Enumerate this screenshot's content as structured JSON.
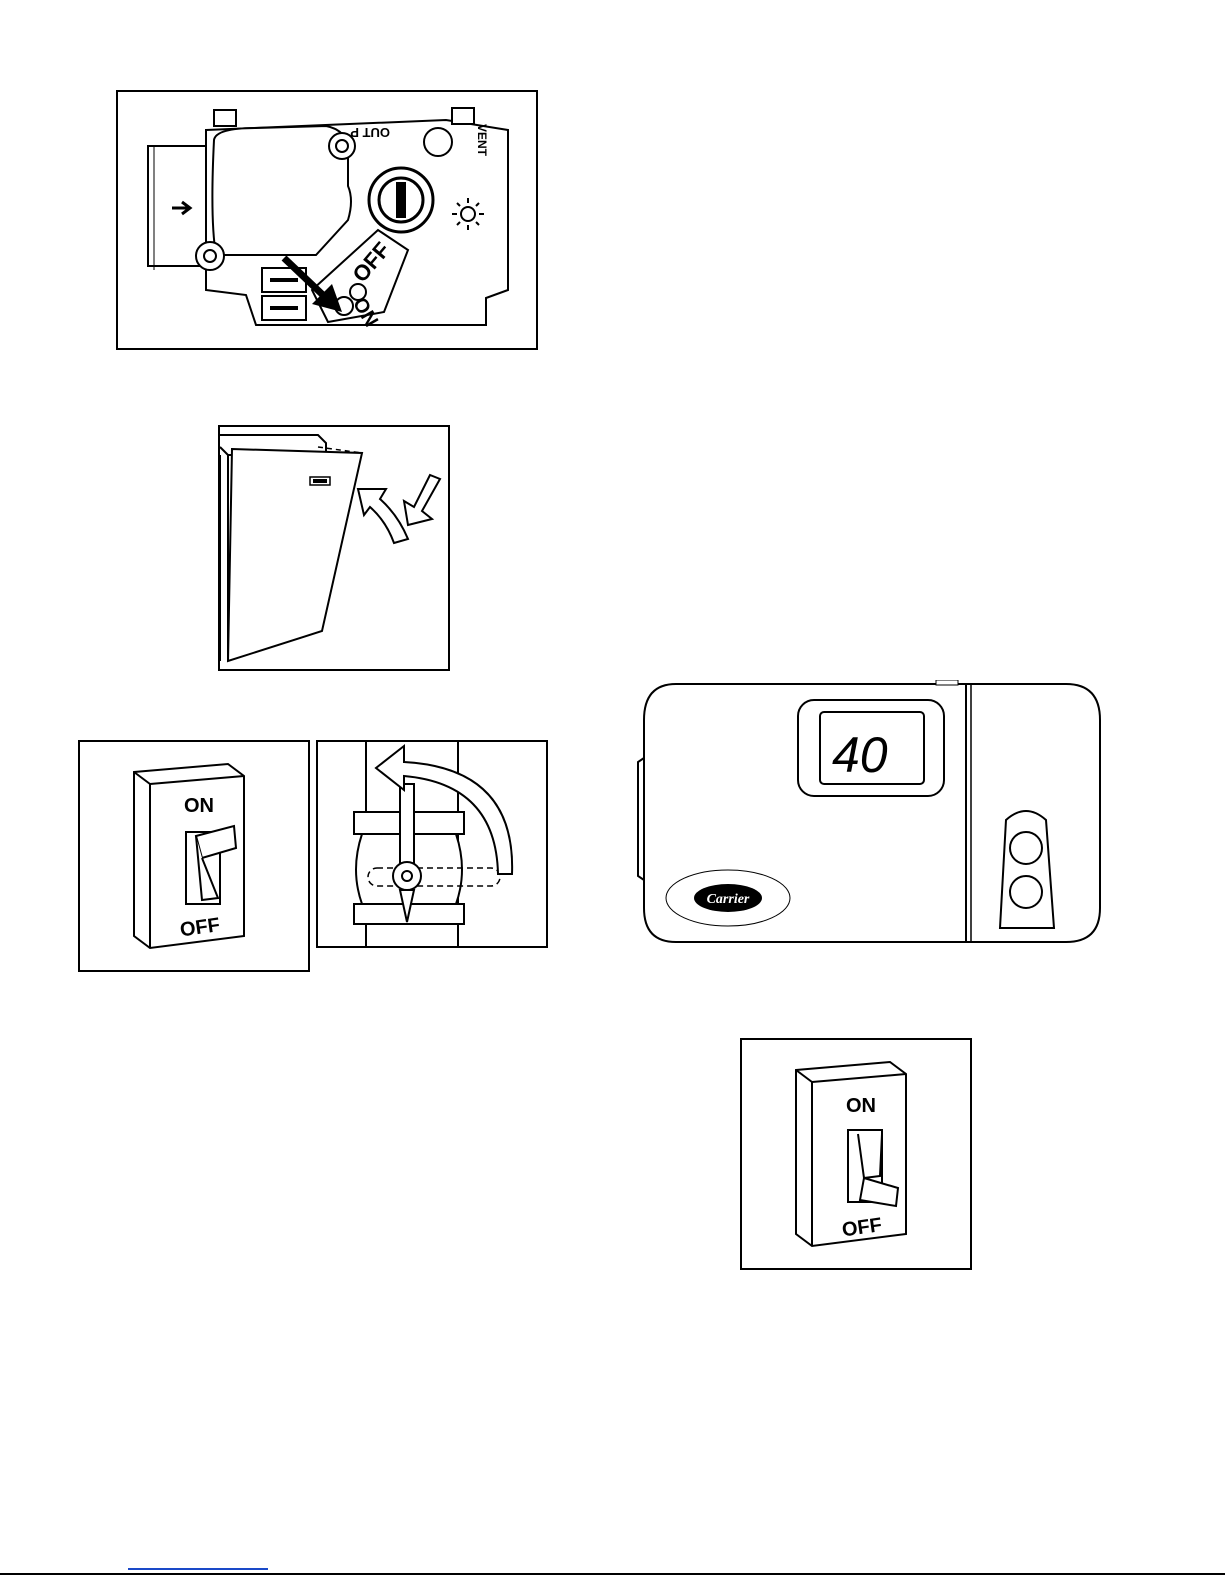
{
  "gas_valve": {
    "label_out": "OUT P",
    "label_vent": "VENT",
    "label_off": "OFF",
    "label_on": "ON"
  },
  "switch_left": {
    "label_on": "ON",
    "label_off": "OFF"
  },
  "thermostat": {
    "display_value": "40",
    "brand": "Carrier"
  },
  "switch_right": {
    "label_on": "ON",
    "label_off": "OFF"
  }
}
